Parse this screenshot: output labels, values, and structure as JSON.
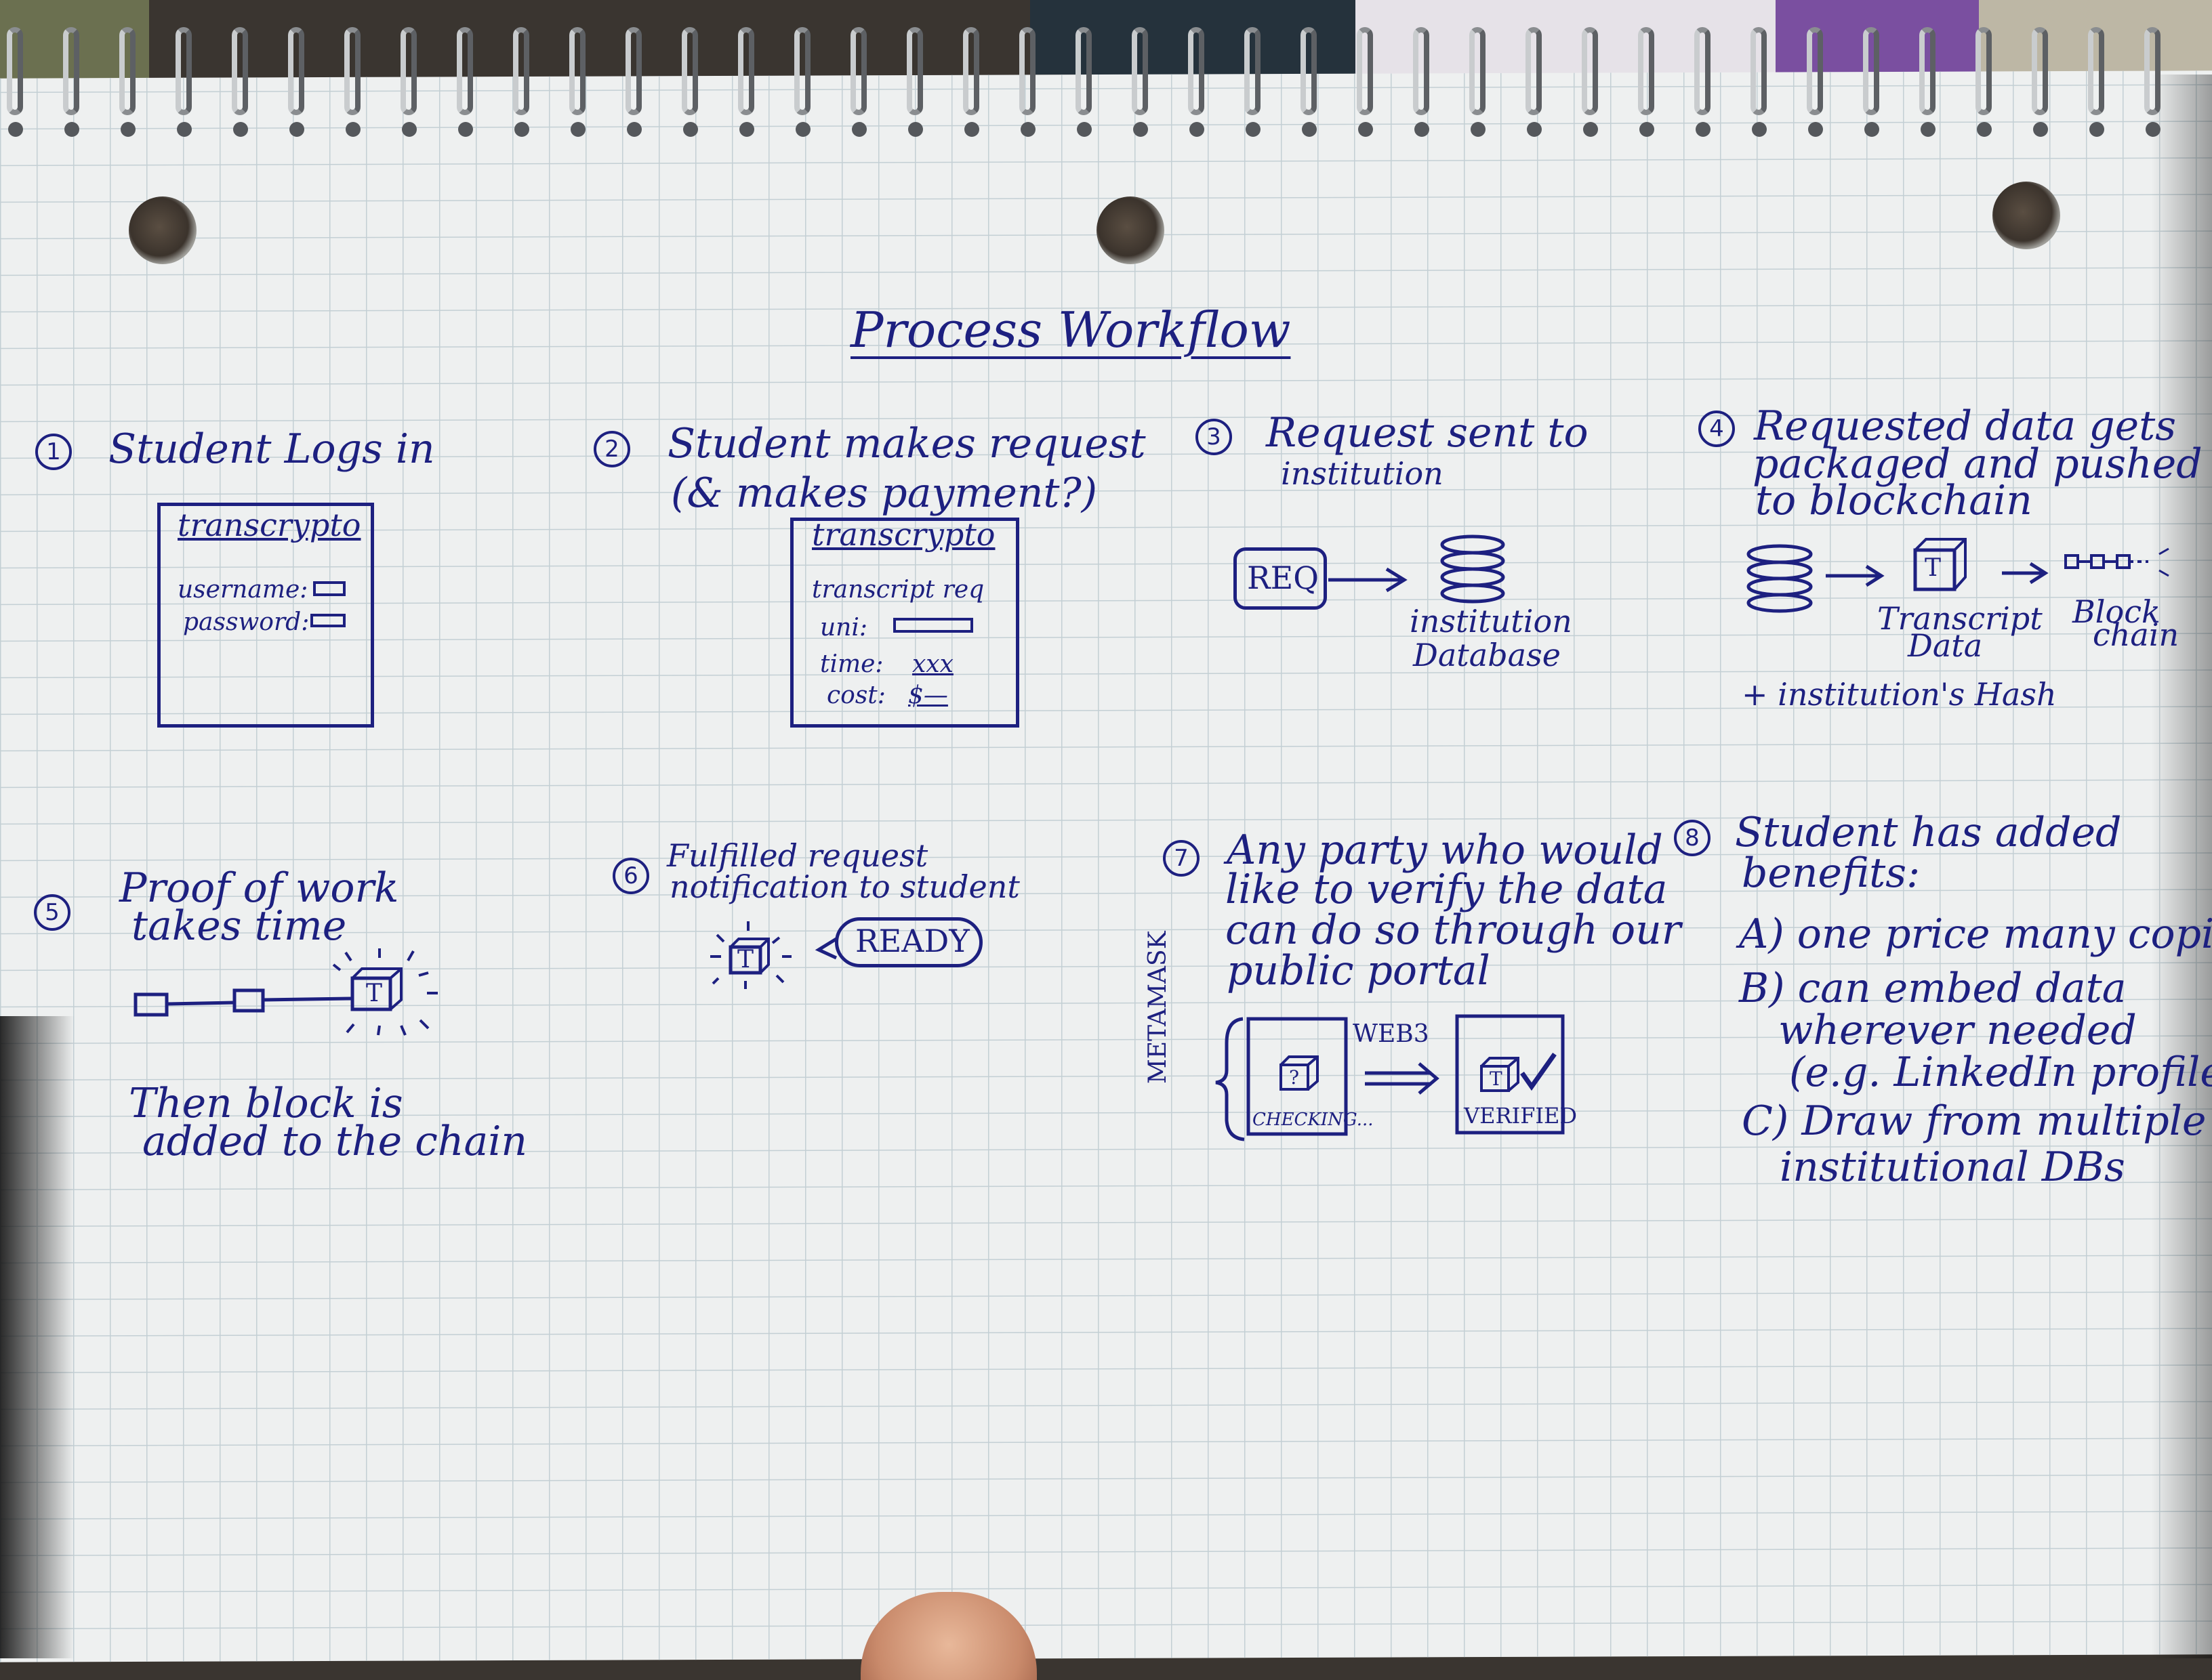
{
  "title": "Process Workflow",
  "steps": [
    {
      "number": "1",
      "heading": "Student Logs in"
    },
    {
      "number": "2",
      "heading": "Student makes request",
      "subheading": "(& makes payment?)"
    },
    {
      "number": "3",
      "heading": "Request sent to",
      "subheading": "institution"
    },
    {
      "number": "4",
      "heading": "Requested data gets",
      "line2": "packaged and pushed",
      "line3": "to blockchain"
    },
    {
      "number": "5",
      "heading": "Proof of work",
      "line2": "takes time"
    },
    {
      "number": "6",
      "heading": "Fulfilled request",
      "line2": "notification to student"
    },
    {
      "number": "7",
      "heading": "Any party who would",
      "line2": "like to verify the data",
      "line3": "can do so through our",
      "line4": "public portal"
    },
    {
      "number": "8",
      "heading": "Student has added",
      "line2": "benefits:"
    }
  ],
  "login_sketch": {
    "app_name": "transcrypto",
    "username_label": "username:",
    "password_label": "password:"
  },
  "request_sketch": {
    "app_name": "transcrypto",
    "line1": "transcript req",
    "uni_label": "uni:",
    "time_label": "time:",
    "time_value": "xxx",
    "cost_label": "cost:",
    "cost_value": "$—"
  },
  "step3_sketch": {
    "req_label": "REQ",
    "db_label1": "institution",
    "db_label2": "Database"
  },
  "step4_sketch": {
    "transcript_label1": "Transcript",
    "transcript_label2": "Data",
    "block_label1": "Block",
    "block_label2": "chain",
    "hash_note": "+ institution's Hash",
    "cube_letter": "T"
  },
  "step5_sketch": {
    "after1": "Then block is",
    "after2": "added to the chain",
    "cube_letter": "T"
  },
  "step6_sketch": {
    "ready_label": "READY",
    "cube_letter": "T"
  },
  "step7_sketch": {
    "metamask_label": "METAMASK",
    "checking_label": "CHECKING...",
    "web3_label": "WEB3",
    "verified_label": "VERIFIED",
    "checking_letter": "?",
    "verified_letter": "T"
  },
  "benefits": [
    "A) one price many copies",
    "B) can embed data",
    "wherever needed",
    "(e.g. LinkedIn profile)",
    "C) Draw from multiple",
    "institutional DBs"
  ],
  "colors": {
    "ink": "#1d2080",
    "paper": "#eef0f0",
    "grid": "#c3cfd4"
  }
}
